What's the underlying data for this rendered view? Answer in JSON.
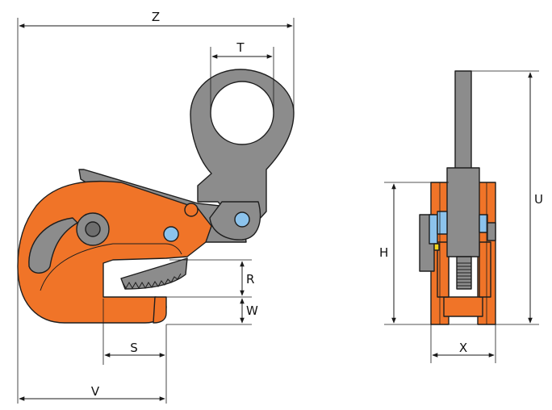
{
  "colors": {
    "body_orange": "#f07428",
    "steel_gray": "#8c8c8c",
    "outline": "#1e1e1e",
    "pin_blue": "#8cc3ec",
    "accent_yellow": "#f2d61c"
  },
  "dimensions": {
    "z": "Z",
    "t": "T",
    "r": "R",
    "w": "W",
    "s": "S",
    "v": "V",
    "h": "H",
    "u": "U",
    "x": "X"
  }
}
